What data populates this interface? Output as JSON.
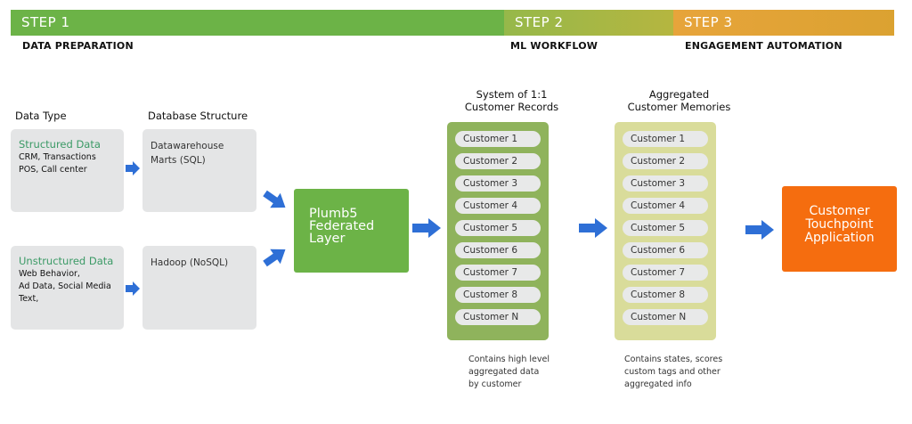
{
  "steps": [
    {
      "label": "STEP 1",
      "subtitle": "DATA PREPARATION"
    },
    {
      "label": "STEP 2",
      "subtitle": "ML WORKFLOW"
    },
    {
      "label": "STEP 3",
      "subtitle": "ENGAGEMENT AUTOMATION"
    }
  ],
  "headers": {
    "data_type": "Data Type",
    "database_structure": "Database Structure",
    "system_records_line1": "System of 1:1",
    "system_records_line2": "Customer Records",
    "aggregated_line1": "Aggregated",
    "aggregated_line2": "Customer Memories"
  },
  "structured": {
    "title": "Structured Data",
    "desc_line1": "CRM, Transactions",
    "desc_line2": "POS, Call center"
  },
  "unstructured": {
    "title": "Unstructured Data",
    "desc_line1": "Web Behavior,",
    "desc_line2": "Ad Data, Social Media",
    "desc_line3": "Text,"
  },
  "databases": {
    "warehouse_line1": "Datawarehouse",
    "warehouse_line2": "Marts (SQL)",
    "hadoop": "Hadoop (NoSQL)"
  },
  "plumb": {
    "line1": "Plumb5",
    "line2": "Federated",
    "line3": "Layer"
  },
  "records": [
    "Customer 1",
    "Customer 2",
    "Customer 3",
    "Customer 4",
    "Customer 5",
    "Customer 6",
    "Customer 7",
    "Customer 8",
    "Customer N"
  ],
  "memories": [
    "Customer 1",
    "Customer 2",
    "Customer 3",
    "Customer 4",
    "Customer 5",
    "Customer 6",
    "Customer 7",
    "Customer 8",
    "Customer N"
  ],
  "captions": {
    "records_line1": "Contains high level",
    "records_line2": "aggregated data",
    "records_line3": "by customer",
    "memories_line1": "Contains states, scores",
    "memories_line2": "custom tags and other",
    "memories_line3": "aggregated info"
  },
  "touchpoint": {
    "line1": "Customer",
    "line2": "Touchpoint",
    "line3": "Application"
  },
  "colors": {
    "step1": "#6cb347",
    "step2": "#a8b745",
    "step3": "#e0a235",
    "arrow": "#2e6fd6",
    "records_panel": "#8fb35c",
    "memories_panel": "#d9dc9a",
    "touchpoint": "#f56d0f"
  }
}
